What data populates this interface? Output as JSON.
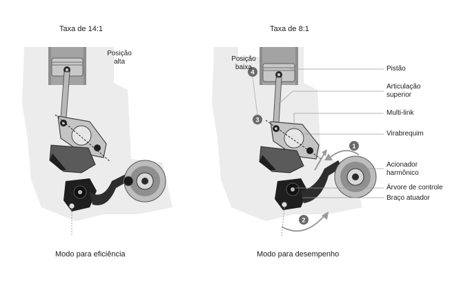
{
  "left": {
    "title": "Taxa de 14:1",
    "caption": "Modo para eficiência",
    "label_high": "Posição alta"
  },
  "right": {
    "title": "Taxa de 8:1",
    "caption": "Modo para desempenho",
    "label_low": "Posição baixa",
    "labels": [
      "Pistão",
      "Articulação superior",
      "Multi-link",
      "Virabrequim",
      "Acionador harmônico",
      "Árvore de controle",
      "Braço atuador"
    ],
    "markers": [
      "1",
      "2",
      "3",
      "4"
    ]
  },
  "colors": {
    "silhouette": "#ececec",
    "cylinder": "#8e8e8e",
    "metal": "#b9b9b9",
    "dark": "#1e1e1e",
    "leader": "#9a9a9a",
    "marker": "#6a6a6a"
  }
}
